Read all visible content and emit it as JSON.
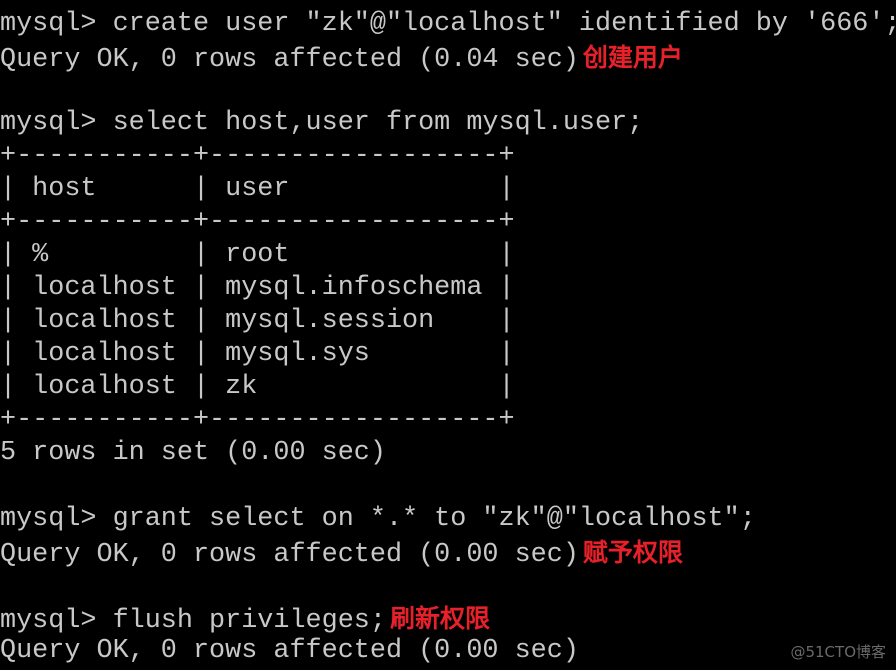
{
  "terminal": {
    "lines": [
      {
        "text": "mysql> create user \"zk\"@\"localhost\" identified by '666';",
        "note": ""
      },
      {
        "text": "Query OK, 0 rows affected (0.04 sec)",
        "note": "创建用户"
      },
      {
        "text": "",
        "note": ""
      },
      {
        "text": "mysql> select host,user from mysql.user;",
        "note": ""
      },
      {
        "text": "+-----------+------------------+",
        "note": ""
      },
      {
        "text": "| host      | user             |",
        "note": ""
      },
      {
        "text": "+-----------+------------------+",
        "note": ""
      },
      {
        "text": "| %         | root             |",
        "note": ""
      },
      {
        "text": "| localhost | mysql.infoschema |",
        "note": ""
      },
      {
        "text": "| localhost | mysql.session    |",
        "note": ""
      },
      {
        "text": "| localhost | mysql.sys        |",
        "note": ""
      },
      {
        "text": "| localhost | zk               |",
        "note": ""
      },
      {
        "text": "+-----------+------------------+",
        "note": ""
      },
      {
        "text": "5 rows in set (0.00 sec)",
        "note": ""
      },
      {
        "text": "",
        "note": ""
      },
      {
        "text": "mysql> grant select on *.* to \"zk\"@\"localhost\";",
        "note": ""
      },
      {
        "text": "Query OK, 0 rows affected (0.00 sec)",
        "note": "赋予权限"
      },
      {
        "text": "",
        "note": ""
      },
      {
        "text": "mysql> flush privileges;",
        "note": "刷新权限"
      },
      {
        "text": "Query OK, 0 rows affected (0.00 sec)",
        "note": ""
      }
    ]
  },
  "watermark": "@51CTO博客",
  "colors": {
    "text": "#c8c8c8",
    "annotation": "#e8202a",
    "background": "#000000"
  }
}
